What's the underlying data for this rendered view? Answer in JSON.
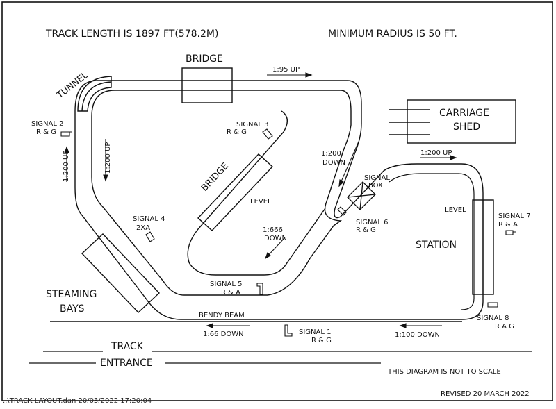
{
  "header": {
    "track_length": "TRACK LENGTH IS 1897 FT(578.2M)",
    "minimum_radius": "MINIMUM RADIUS IS 50 FT."
  },
  "structures": {
    "bridge_top": "BRIDGE",
    "bridge_inner": "BRIDGE",
    "tunnel": "TUNNEL",
    "carriage_shed_line1": "CARRIAGE",
    "carriage_shed_line2": "SHED",
    "signal_box_line1": "SIGNAL",
    "signal_box_line2": "BOX",
    "station": "STATION",
    "steaming_bays_line1": "STEAMING",
    "steaming_bays_line2": "BAYS",
    "bendy_beam": "BENDY BEAM",
    "track_label": "TRACK",
    "entrance_label": "ENTRANCE",
    "level_inner": "LEVEL",
    "level_station": "LEVEL"
  },
  "gradients": {
    "top": "1:95 UP",
    "left_outer": "1:200 UP",
    "left_inner": "1:200 UP",
    "middle_down": "1:200",
    "middle_down_word": "DOWN",
    "inner_down": "1:666",
    "inner_down_word": "DOWN",
    "right_up": "1:200 UP",
    "bottom_left": "1:66 DOWN",
    "bottom_right": "1:100 DOWN"
  },
  "signals": {
    "s1_name": "SIGNAL 1",
    "s1_type": "R & G",
    "s2_name": "SIGNAL 2",
    "s2_type": "R & G",
    "s3_name": "SIGNAL 3",
    "s3_type": "R & G",
    "s4_name": "SIGNAL 4",
    "s4_type": "2XA",
    "s5_name": "SIGNAL 5",
    "s5_type": "R & A",
    "s6_name": "SIGNAL 6",
    "s6_type": "R & G",
    "s7_name": "SIGNAL 7",
    "s7_type": "R & A",
    "s8_name": "SIGNAL 8",
    "s8_type": "R A G"
  },
  "notes": {
    "not_to_scale": "THIS DIAGRAM IS NOT TO SCALE",
    "revised": "REVISED 20 MARCH 2022"
  },
  "footer": {
    "file_info": "..\\TRACK LAYOUT.dan  20/03/2022 17:20:04"
  }
}
